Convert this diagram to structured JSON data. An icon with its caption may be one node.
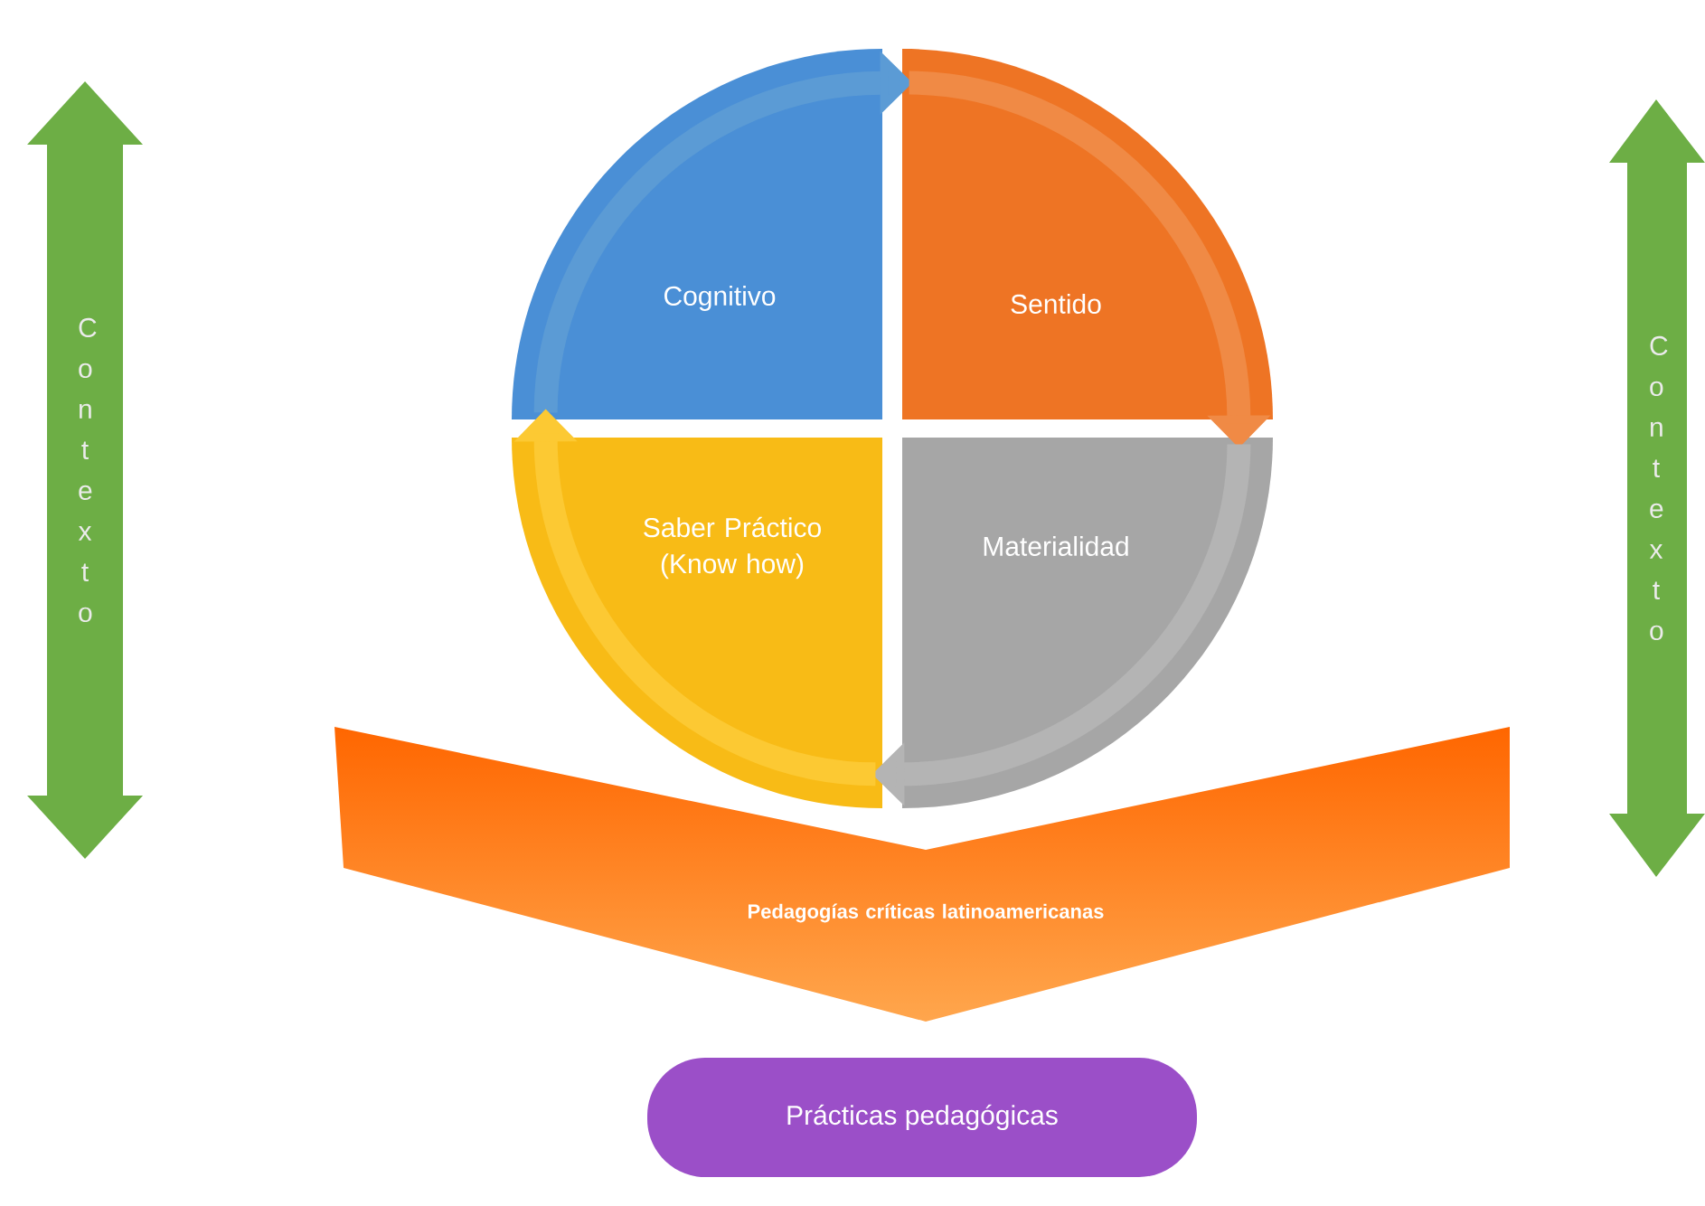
{
  "diagram": {
    "nodes": [
      {
        "text": [
          "Cognitivo"
        ]
      },
      {
        "text": [
          "Sentido"
        ]
      },
      {
        "text": [
          "Saber Práctico (Know how)"
        ]
      },
      {
        "text": [
          "Materialidad"
        ]
      },
      {
        "text": [
          "Pedagogías críticas latinoamericanas"
        ]
      },
      {
        "text": [
          "Prácticas pedagógicas"
        ]
      },
      {
        "text": [
          "C o n t e x t o"
        ]
      },
      {
        "text": [
          "C o n t e x t o"
        ]
      }
    ],
    "edges": [
      {
        "from": 0,
        "to": 1,
        "arrow": "to",
        "color": "#5b9bd5"
      },
      {
        "from": 1,
        "to": 3,
        "arrow": "to",
        "color": "#f08a45"
      },
      {
        "from": 3,
        "to": 2,
        "arrow": "to",
        "color": "#b4b4b4"
      },
      {
        "from": 2,
        "to": 0,
        "arrow": "to",
        "color": "#fcc933"
      }
    ]
  }
}
